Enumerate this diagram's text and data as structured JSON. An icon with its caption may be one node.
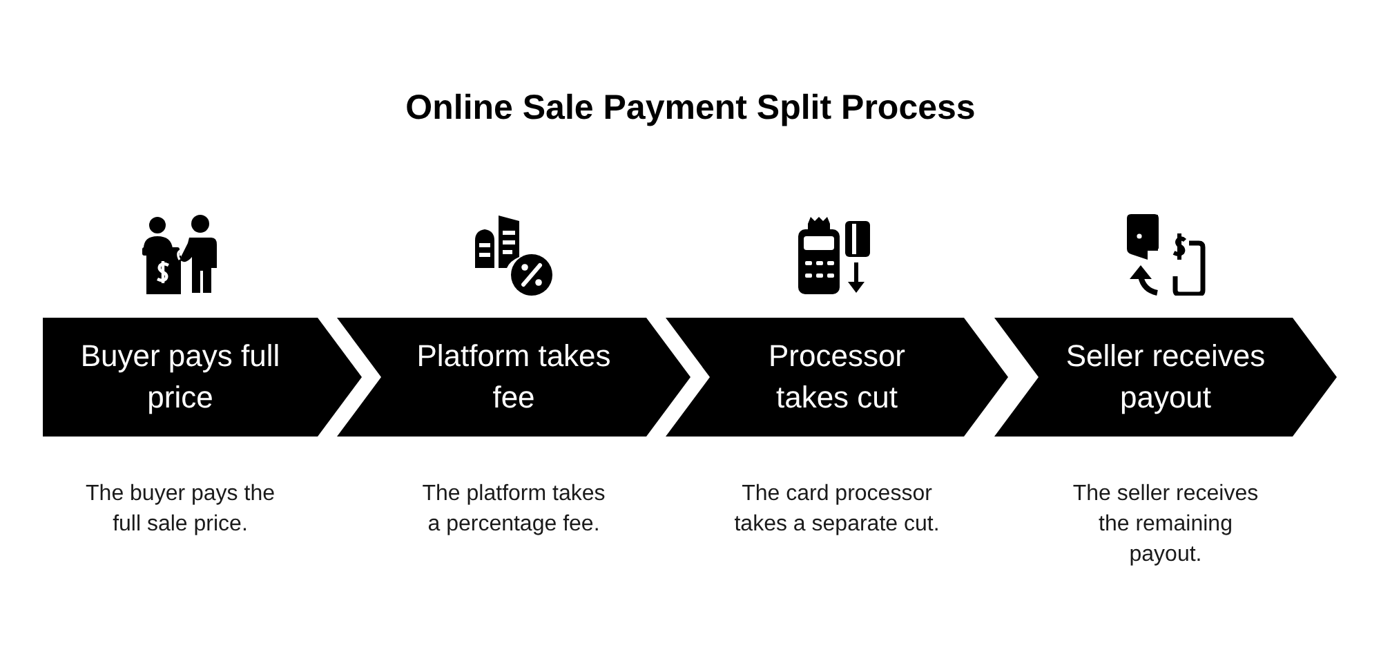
{
  "diagram": {
    "title": "Online Sale Payment Split Process",
    "nodes": [
      {
        "text": [
          "Buyer pays full price"
        ],
        "beside": [
          "The buyer pays the full sale price."
        ]
      },
      {
        "text": [
          "Platform takes fee"
        ],
        "beside": [
          "The platform takes a percentage fee."
        ]
      },
      {
        "text": [
          "Processor takes cut"
        ],
        "beside": [
          "The card processor takes a separate cut."
        ]
      },
      {
        "text": [
          "Seller receives payout"
        ],
        "beside": [
          "The seller receives the remaining payout."
        ]
      }
    ]
  }
}
